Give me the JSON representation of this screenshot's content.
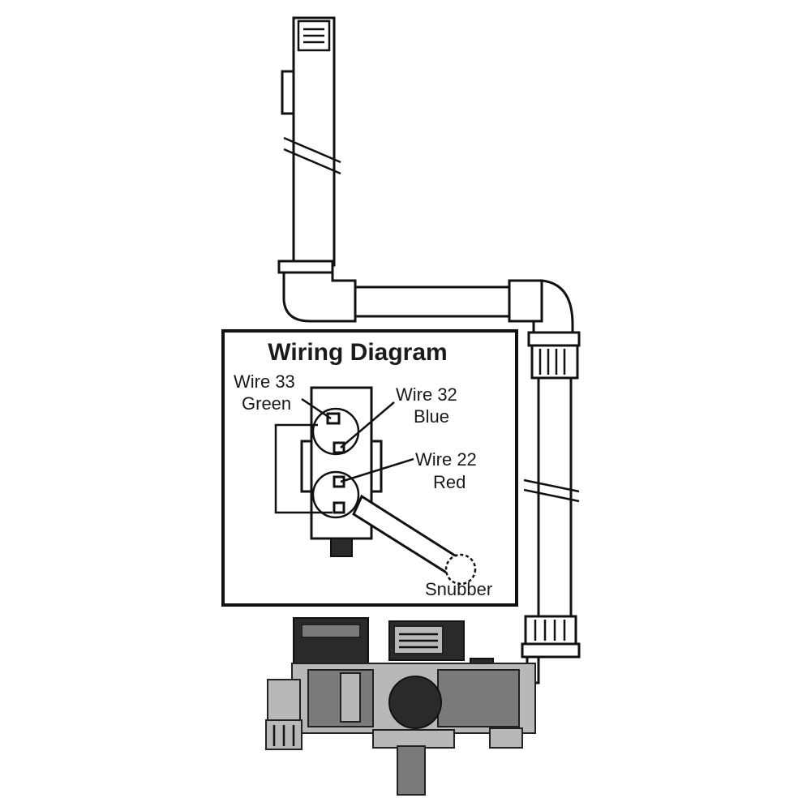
{
  "diagram": {
    "title": "Wiring Diagram",
    "labels": {
      "wire33_number": "Wire 33",
      "wire33_color": "Green",
      "wire32_number": "Wire 32",
      "wire32_color": "Blue",
      "wire22_number": "Wire 22",
      "wire22_color": "Red",
      "snubber": "Snubber"
    }
  }
}
